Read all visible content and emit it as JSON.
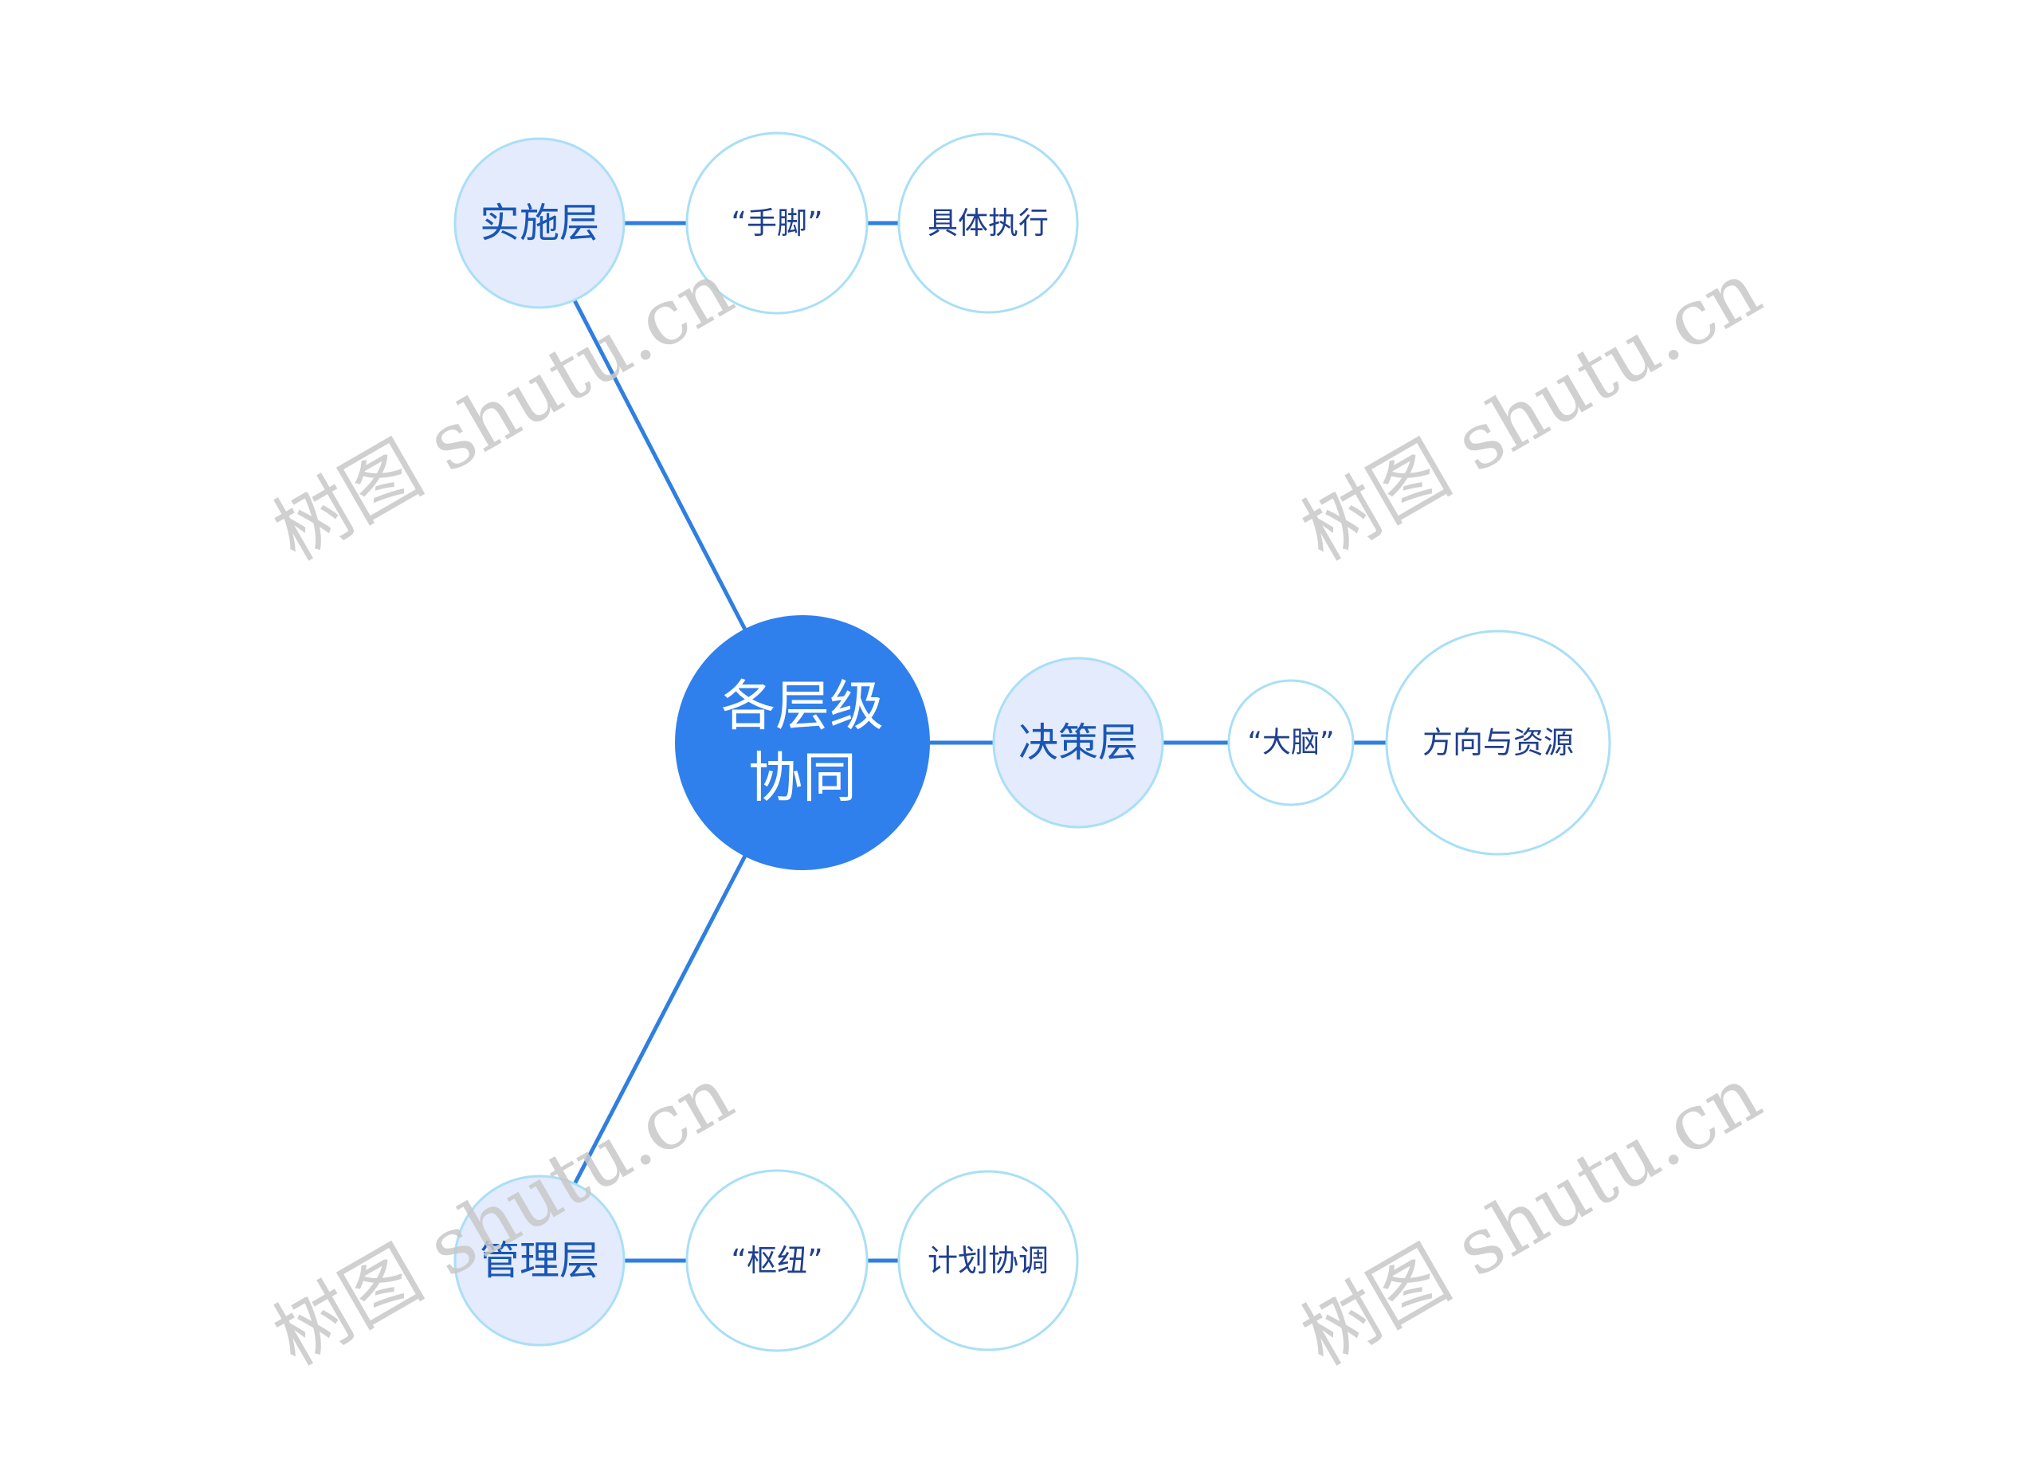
{
  "colors": {
    "background": "#ffffff",
    "line": "#2f7fe0",
    "root_fill": "#2f80ed",
    "root_text": "#ffffff",
    "level1_fill": "#e3ebfc",
    "level1_stroke": "#a9dff7",
    "level1_text": "#1a56b5",
    "level2_fill": "#ffffff",
    "level2_stroke": "#a9dff7",
    "level2_text": "#1f3f8f",
    "watermark": "#c8c8c8"
  },
  "root": {
    "label_line1": "各层级",
    "label_line2": "协同"
  },
  "branches": [
    {
      "label": "实施层",
      "children": [
        {
          "label": "“手脚”"
        },
        {
          "label": "具体执行"
        }
      ]
    },
    {
      "label": "决策层",
      "children": [
        {
          "label": "“大脑”"
        },
        {
          "label": "方向与资源"
        }
      ]
    },
    {
      "label": "管理层",
      "children": [
        {
          "label": "“枢纽”"
        },
        {
          "label": "计划协调"
        }
      ]
    }
  ],
  "watermark": {
    "text": "树图 shutu.cn"
  }
}
